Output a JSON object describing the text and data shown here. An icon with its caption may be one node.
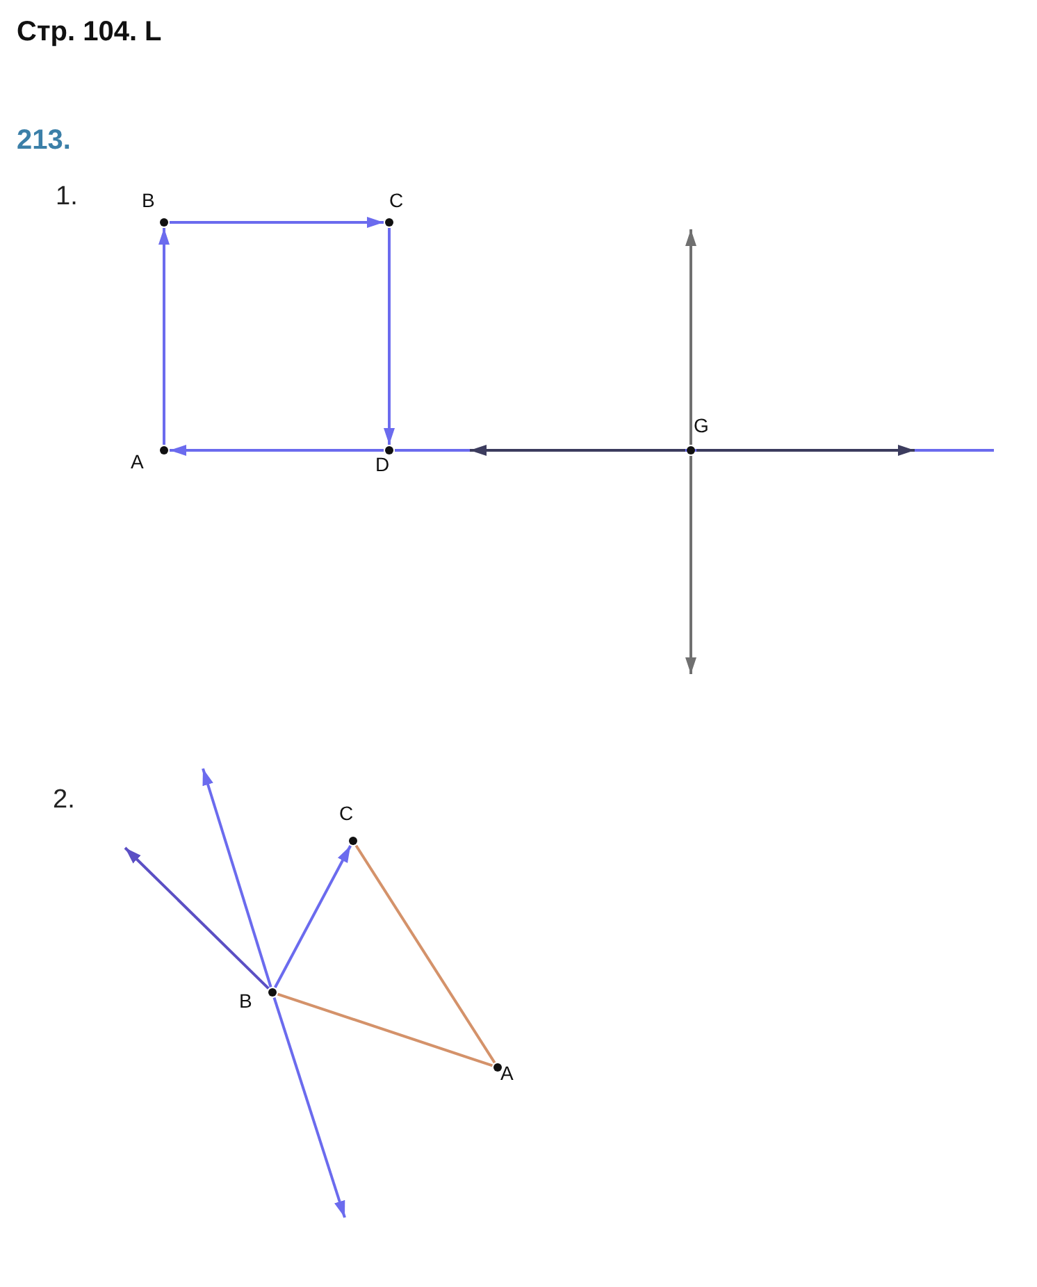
{
  "diagram": {
    "title": "Стр. 104. L",
    "nodes": [
      {
        "text": [
          "B"
        ]
      },
      {
        "text": [
          "C"
        ]
      },
      {
        "text": [
          "G"
        ]
      },
      {
        "text": [
          "A"
        ]
      },
      {
        "text": [
          "D"
        ]
      },
      {
        "text": [
          "C"
        ]
      },
      {
        "text": [
          "B"
        ]
      },
      {
        "text": [
          "A"
        ]
      }
    ],
    "edges": [
      {
        "from": 3,
        "to": 0,
        "arrow": "to"
      },
      {
        "from": 0,
        "to": 1,
        "arrow": "to"
      },
      {
        "from": 1,
        "to": 4,
        "arrow": "to"
      },
      {
        "from": 4,
        "to": 3,
        "arrow": "to"
      },
      {
        "from": 4,
        "to": null,
        "arrow": "none"
      },
      {
        "from": 2,
        "to": null,
        "arrow": "to",
        "color": "#3c3c5e"
      },
      {
        "from": 2,
        "to": null,
        "arrow": "to",
        "color": "#3c3c5e"
      },
      {
        "from": 2,
        "to": null,
        "arrow": "to",
        "color": "#707070"
      },
      {
        "from": 2,
        "to": null,
        "arrow": "to",
        "color": "#707070"
      },
      {
        "from": 6,
        "to": 5,
        "arrow": "to"
      },
      {
        "from": 6,
        "to": null,
        "arrow": "to",
        "color": "#5b4fc4"
      },
      {
        "from": 6,
        "to": null,
        "arrow": "to"
      },
      {
        "from": 6,
        "to": null,
        "arrow": "to"
      },
      {
        "from": 6,
        "to": 7,
        "arrow": "none",
        "color": "#d4926a"
      },
      {
        "from": 7,
        "to": 5,
        "arrow": "none",
        "color": "#d4926a"
      }
    ],
    "labels": [
      "213.",
      "1.",
      "2."
    ]
  }
}
